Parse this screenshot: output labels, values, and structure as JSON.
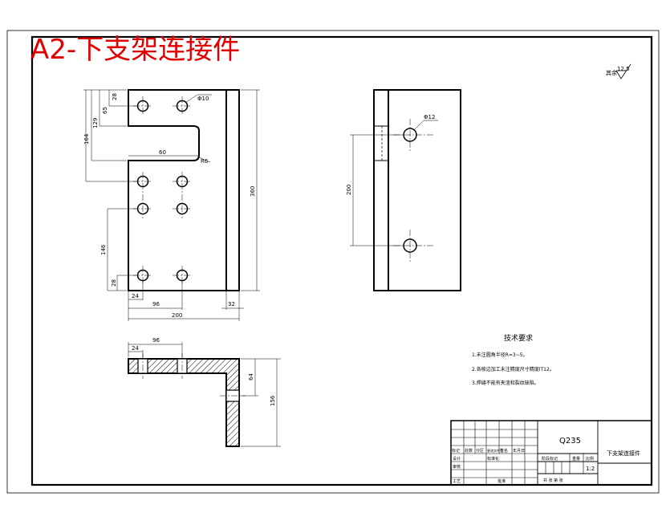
{
  "drawing": {
    "title": "A2-下支架连接件",
    "roughness": "12.5",
    "roughness_note": "其余"
  },
  "front_view": {
    "dims": {
      "d28_top": "28",
      "d65": "65",
      "d129": "129",
      "d164": "164",
      "d60": "60",
      "r6": "R6",
      "hole": "Φ10",
      "d146": "146",
      "d28_bottom": "28",
      "d24": "24",
      "d96": "96",
      "d200": "200",
      "d32": "32",
      "d360": "360"
    }
  },
  "side_view": {
    "dims": {
      "hole": "Φ12",
      "d200": "200"
    }
  },
  "section_view": {
    "dims": {
      "d96": "96",
      "d24": "24",
      "d64": "64",
      "d156": "156"
    }
  },
  "tech_requirements": {
    "heading": "技术要求",
    "items": [
      "1.未注圆角半径R=3~5。",
      "2.各棱边加工未注精度尺寸精度IT12。",
      "3.焊缝不能有夹渣和裂纹缺陷。"
    ]
  },
  "title_block": {
    "material": "Q235",
    "part_name": "下支架连接件",
    "scale": "1:2",
    "stage_mark": "阶段标记",
    "weight_label": "重量",
    "scale_label": "比例",
    "sheet_total": "共    张   第    张",
    "rev_labels": [
      "标记",
      "处数",
      "分区",
      "更改文件号",
      "签名",
      "年月日"
    ],
    "left_labels": [
      "设计",
      "审核",
      "工艺"
    ],
    "standardize": "标准化",
    "approve": "批准"
  }
}
